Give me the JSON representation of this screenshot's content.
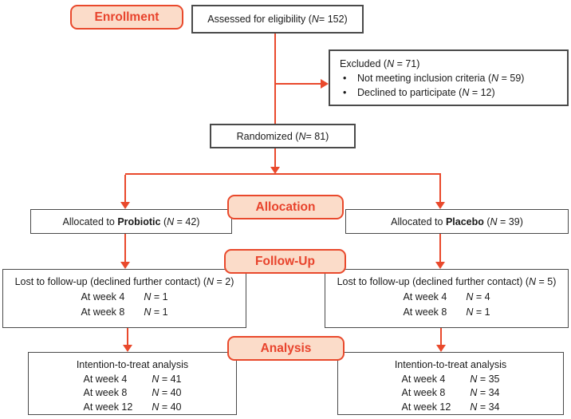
{
  "palette": {
    "accent_line": "#e9492c",
    "accent_text": "#e8432c",
    "label_fill": "#fbdcc9",
    "box_border": "#4a4a4a"
  },
  "stages": {
    "enrollment_label": "Enrollment",
    "allocation_label": "Allocation",
    "followup_label": "Follow-Up",
    "analysis_label": "Analysis"
  },
  "enrollment": {
    "assessed": "Assessed for eligibility (N = 152)",
    "excluded": {
      "title": "Excluded (N = 71)",
      "bullet": "•",
      "items": [
        "Not meeting inclusion criteria (N = 59)",
        "Declined to participate (N = 12)"
      ]
    },
    "randomized": "Randomized (N = 81)"
  },
  "allocation": {
    "left": {
      "prefix": "Allocated to ",
      "group": "Probiotic",
      "suffix": " (N = 42)"
    },
    "right": {
      "prefix": "Allocated to ",
      "group": "Placebo",
      "suffix": " (N = 39)"
    }
  },
  "followup": {
    "left": {
      "title": "Lost to follow-up (declined further contact) (N = 2)",
      "rows": [
        {
          "label": "At week 4",
          "value": "N = 1"
        },
        {
          "label": "At week 8",
          "value": "N = 1"
        }
      ]
    },
    "right": {
      "title": "Lost to follow-up (declined further contact) (N = 5)",
      "rows": [
        {
          "label": "At week 4",
          "value": "N = 4"
        },
        {
          "label": "At week 8",
          "value": "N = 1"
        }
      ]
    }
  },
  "analysis": {
    "left": {
      "title": "Intention-to-treat analysis",
      "rows": [
        {
          "label": "At week 4",
          "value": "N = 41"
        },
        {
          "label": "At week 8",
          "value": "N = 40"
        },
        {
          "label": "At week 12",
          "value": "N = 40"
        }
      ]
    },
    "right": {
      "title": "Intention-to-treat analysis",
      "rows": [
        {
          "label": "At week 4",
          "value": "N = 35"
        },
        {
          "label": "At week 8",
          "value": "N = 34"
        },
        {
          "label": "At week 12",
          "value": "N = 34"
        }
      ]
    }
  }
}
